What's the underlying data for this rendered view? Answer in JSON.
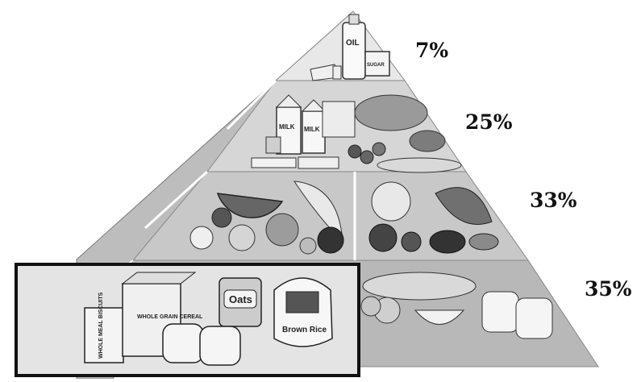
{
  "pyramid": {
    "tiers": [
      {
        "name": "fats-oils-sweets",
        "percent": "7%",
        "shade": "#e6e6e6"
      },
      {
        "name": "dairy-and-protein",
        "percent": "25%",
        "shade": "#d2d2d2"
      },
      {
        "name": "fruits-and-vegetables",
        "percent": "33%",
        "shade": "#c4c4c4"
      },
      {
        "name": "grains",
        "percent": "35%",
        "shade": "#b5b5b5"
      }
    ],
    "package_labels": {
      "oil": "OIL",
      "sugar": "SUGAR",
      "milk_1": "MILK",
      "milk_2": "MILK",
      "cereal": "WHOLE GRAIN CEREAL",
      "biscuits": "WHOLE MEAL BISCUITS",
      "oats": "Oats",
      "rice": "Brown Rice"
    },
    "highlight_border_color": "#111111"
  }
}
